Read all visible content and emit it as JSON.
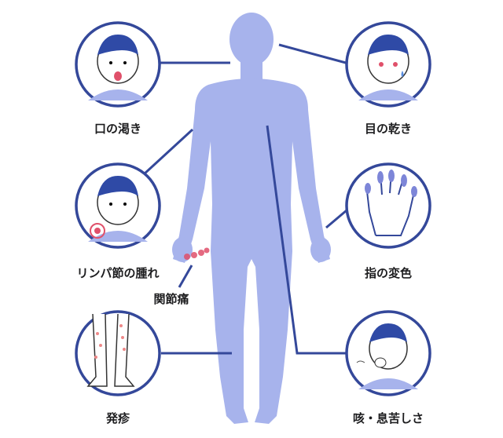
{
  "colors": {
    "line": "#34489a",
    "body": "#a7b3ec",
    "skin": "#ffffff",
    "hair": "#2f4aa6",
    "shirt": "#a7b3ec",
    "red": "#e0506a"
  },
  "symptoms": [
    {
      "label": "口の渇き",
      "icon": "face-tongue-out-icon"
    },
    {
      "label": "目の乾き",
      "icon": "face-teary-eyes-icon"
    },
    {
      "label": "リンパ節の腫れ",
      "icon": "face-swollen-neck-icon"
    },
    {
      "label": "指の変色",
      "icon": "hand-discolored-fingers-icon"
    },
    {
      "label": "発疹",
      "icon": "legs-rash-icon"
    },
    {
      "label": "咳・息苦しさ",
      "icon": "face-coughing-icon"
    },
    {
      "label": "関節痛",
      "icon": "joint-pain-marker"
    }
  ]
}
